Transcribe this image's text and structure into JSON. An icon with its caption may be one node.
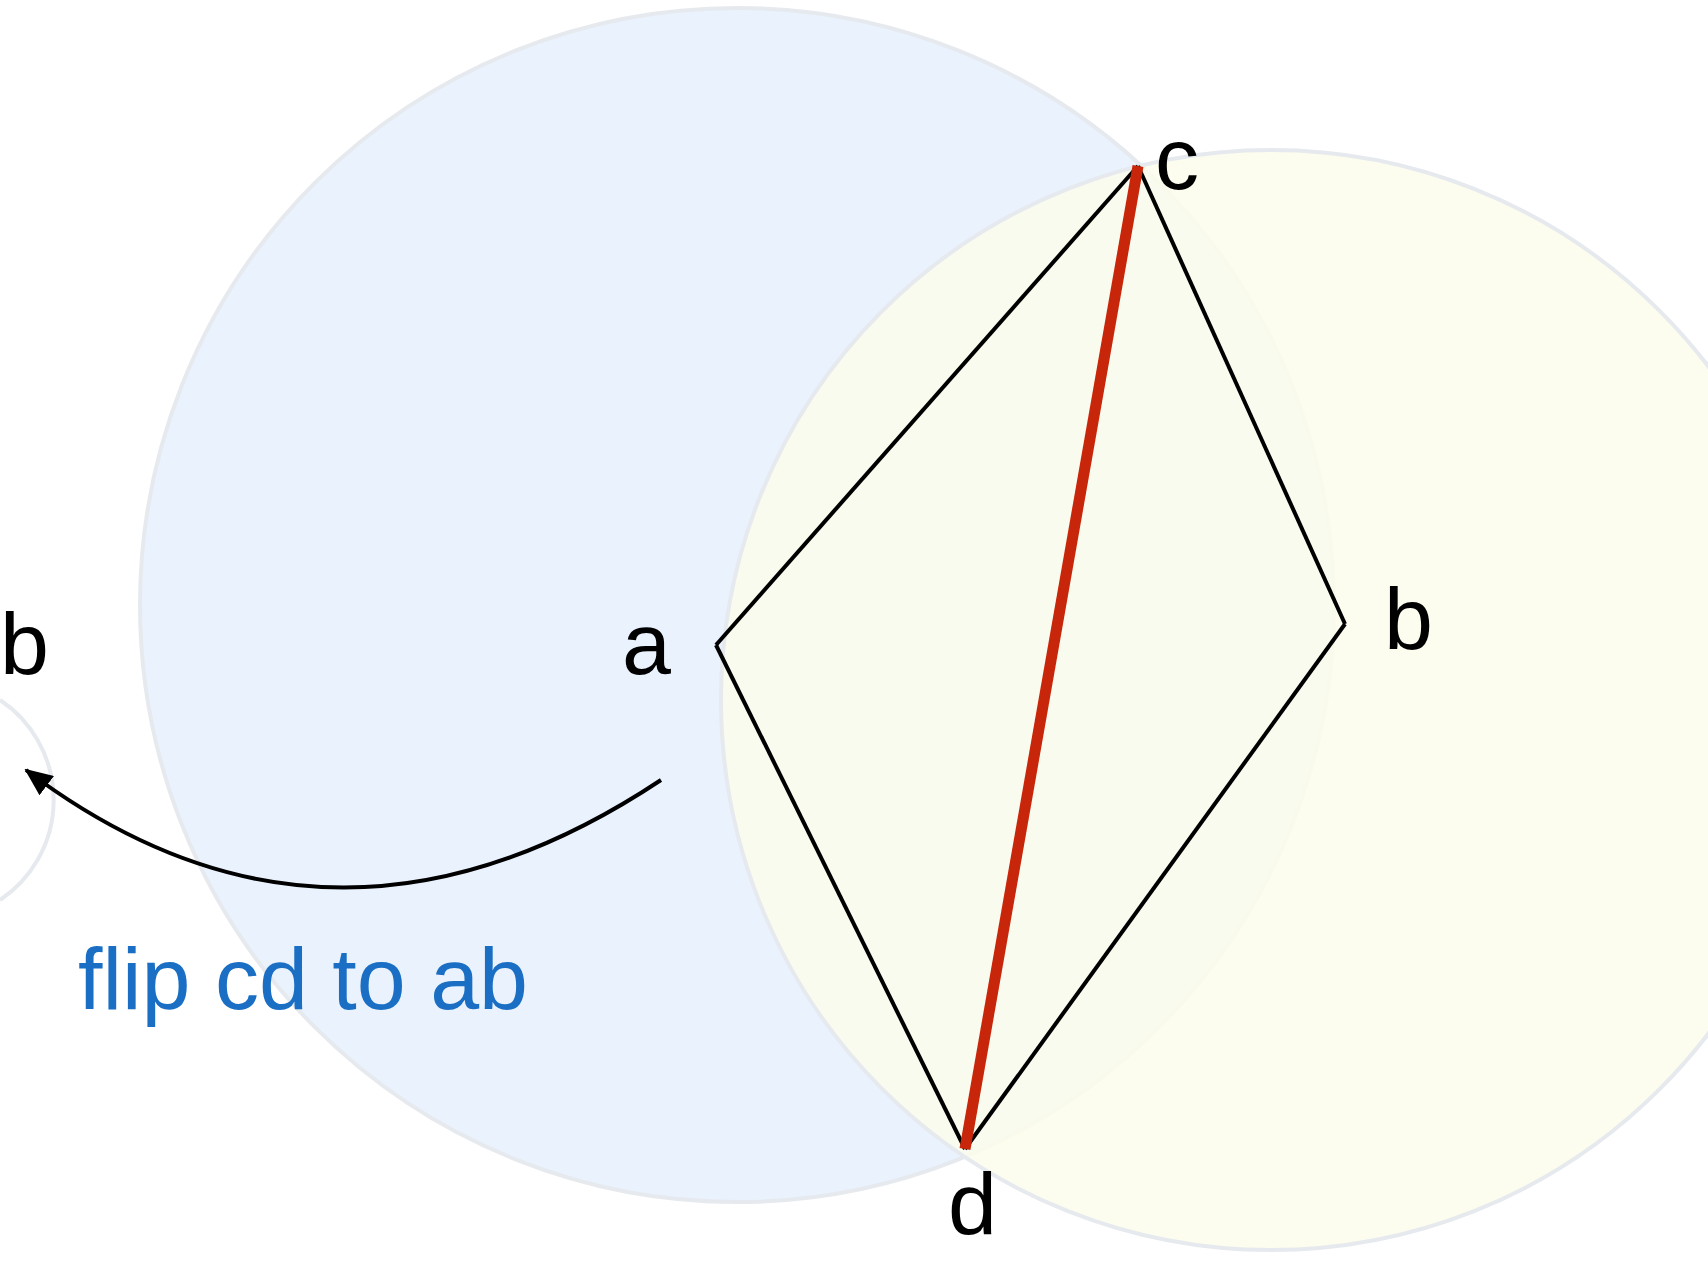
{
  "diagram": {
    "nodes": [
      {
        "text": [
          "c"
        ]
      },
      {
        "text": [
          "a"
        ]
      },
      {
        "text": [
          "b"
        ]
      },
      {
        "text": [
          "d"
        ]
      }
    ],
    "edges": [
      {
        "from": 1,
        "to": 0,
        "arrow": "none"
      },
      {
        "from": 0,
        "to": 2,
        "arrow": "none"
      },
      {
        "from": 2,
        "to": 3,
        "arrow": "none"
      },
      {
        "from": 3,
        "to": 1,
        "arrow": "none"
      },
      {
        "from": 0,
        "to": 3,
        "arrow": "none",
        "style": "thick",
        "color": "#c8260a"
      }
    ],
    "labels": [
      "b",
      "flip cd to ab"
    ]
  }
}
